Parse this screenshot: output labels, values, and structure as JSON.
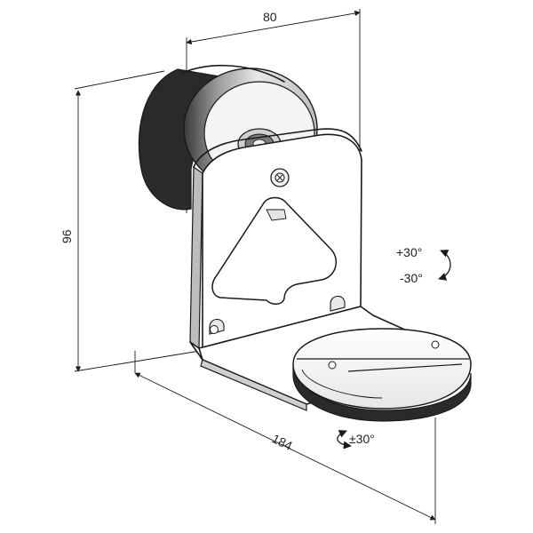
{
  "dimensions": {
    "width": "80",
    "height": "96",
    "depth": "184"
  },
  "rotation": {
    "tilt_up": "+30°",
    "tilt_down": "-30°",
    "swivel": "±30°"
  },
  "colors": {
    "line": "#1a1a1a",
    "shade_dark": "#2a2a2a",
    "shade_mid": "#8a8a8a",
    "shade_light": "#d9d9d9",
    "surface": "#f2f2f2",
    "background": "#ffffff"
  }
}
